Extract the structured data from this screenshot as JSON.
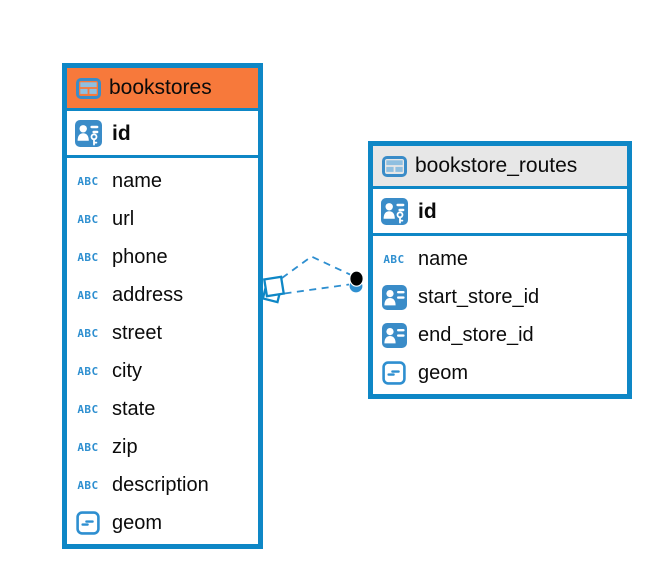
{
  "colors": {
    "accent_blue": "#0E87C6",
    "line_blue": "#2E8FD0",
    "orange_header": "#F7793B",
    "gray_header": "#E7E7E7",
    "icon_blue": "#3A8CC8",
    "icon_light_blue": "#8FBFE0",
    "text": "#0b0b0b"
  },
  "tables": [
    {
      "title": "bookstores",
      "header_bg": "#F7793B",
      "pk_columns": [
        {
          "name": "id",
          "icon": "primary-key-icon",
          "pk": true
        }
      ],
      "columns": [
        {
          "name": "name",
          "icon": "text-icon"
        },
        {
          "name": "url",
          "icon": "text-icon"
        },
        {
          "name": "phone",
          "icon": "text-icon"
        },
        {
          "name": "address",
          "icon": "text-icon"
        },
        {
          "name": "street",
          "icon": "text-icon"
        },
        {
          "name": "city",
          "icon": "text-icon"
        },
        {
          "name": "state",
          "icon": "text-icon"
        },
        {
          "name": "zip",
          "icon": "text-icon"
        },
        {
          "name": "description",
          "icon": "text-icon"
        },
        {
          "name": "geom",
          "icon": "geometry-icon"
        }
      ]
    },
    {
      "title": "bookstore_routes",
      "header_bg": "#E7E7E7",
      "pk_columns": [
        {
          "name": "id",
          "icon": "primary-key-icon",
          "pk": true
        }
      ],
      "columns": [
        {
          "name": "name",
          "icon": "text-icon"
        },
        {
          "name": "start_store_id",
          "icon": "foreign-key-icon"
        },
        {
          "name": "end_store_id",
          "icon": "foreign-key-icon"
        },
        {
          "name": "geom",
          "icon": "geometry-icon"
        }
      ]
    }
  ],
  "icon_labels": {
    "text_icon": "ABC"
  },
  "relationships": [
    {
      "from_table": "bookstores",
      "to_table": "bookstore_routes",
      "line_style": "dashed",
      "from_marker": "diamond-marker",
      "to_marker": "dot-marker"
    },
    {
      "from_table": "bookstores",
      "to_table": "bookstore_routes",
      "line_style": "dashed",
      "from_marker": "diamond-marker",
      "to_marker": "dot-marker"
    }
  ]
}
